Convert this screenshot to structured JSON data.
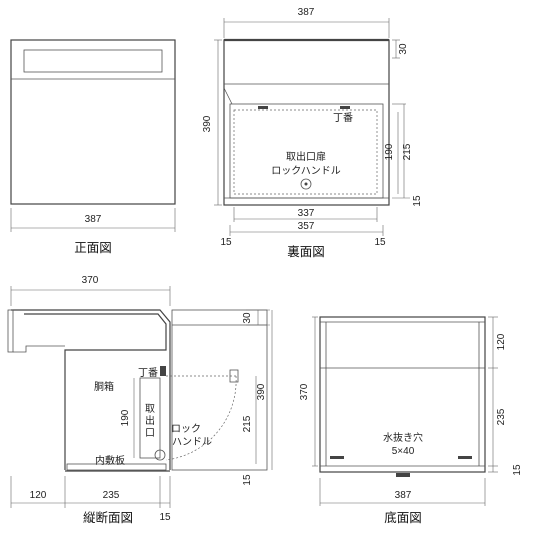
{
  "views": {
    "front": {
      "caption": "正面図",
      "width_label": "387"
    },
    "back": {
      "caption": "裏面図",
      "top_width": "387",
      "height": "390",
      "top_band": "30",
      "door_height": "190",
      "door_frame_height": "215",
      "bottom_gap": "15",
      "inner_width": "337",
      "outer_inner_width": "357",
      "side_left": "15",
      "side_right": "15",
      "hinge_label": "丁番",
      "door_label_1": "取出口扉",
      "door_label_2": "ロックハンドル"
    },
    "section": {
      "caption": "縦断面図",
      "top_width": "370",
      "top_band": "30",
      "height": "390",
      "door_frame_height": "215",
      "bottom_gap": "15",
      "bottom_left": "120",
      "bottom_mid": "235",
      "bottom_extra": "15",
      "door_height": "190",
      "body_label": "胴箱",
      "hinge_label": "丁番",
      "door_label_1": "取",
      "door_label_2": "出",
      "door_label_3": "口",
      "lock_label_1": "ロック",
      "lock_label_2": "ハンドル",
      "bottom_board_label": "内敷板"
    },
    "bottom": {
      "caption": "底面図",
      "left_height": "370",
      "right_top": "120",
      "right_mid": "235",
      "right_bottom": "15",
      "width_label": "387",
      "drain_label_1": "水抜き穴",
      "drain_label_2": "5×40"
    }
  }
}
